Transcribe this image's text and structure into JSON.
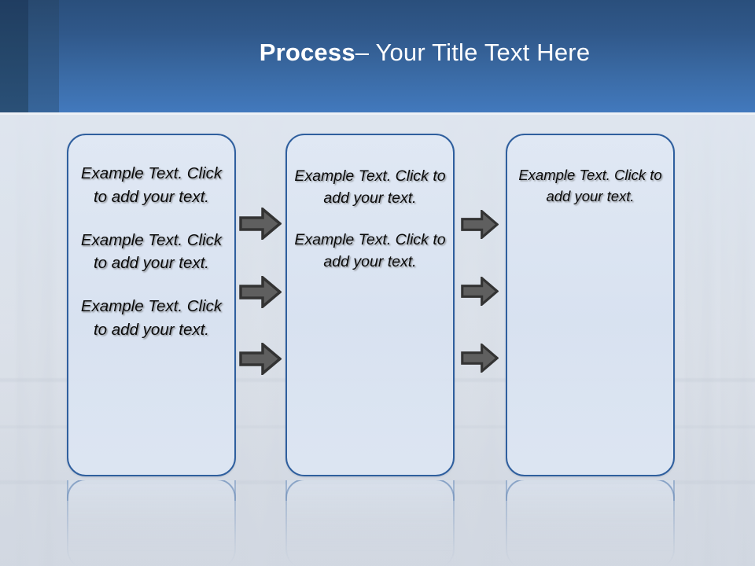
{
  "slide": {
    "title": {
      "emphasis": "Process",
      "rest": " – Your Title Text Here"
    },
    "theme": {
      "header_top_color": "#2a4f7c",
      "header_bottom_color": "#4279bd",
      "box_border_color": "#2f5f9e",
      "box_fill_color": "#dce5f2",
      "arrow_fill_color": "#5f5f5f",
      "arrow_outline_color": "#333333",
      "title_color": "#ffffff",
      "body_text_color": "#0a0a0a",
      "background_color": "#c9d3e2"
    },
    "boxes": [
      {
        "name": "process-step-1",
        "paragraphs": [
          "Example Text. Click  to add your text.",
          "Example Text. Click  to add your text.",
          "Example Text. Click  to add your text."
        ]
      },
      {
        "name": "process-step-2",
        "paragraphs": [
          "Example Text. Click  to add your text.",
          "Example Text. Click  to add your text."
        ]
      },
      {
        "name": "process-step-3",
        "paragraphs": [
          "Example Text. Click  to add your text."
        ]
      }
    ],
    "arrow_groups": [
      {
        "name": "arrows-step1-to-step2",
        "count": 3,
        "icon": "arrow-right-icon"
      },
      {
        "name": "arrows-step2-to-step3",
        "count": 3,
        "icon": "arrow-right-icon"
      }
    ]
  }
}
